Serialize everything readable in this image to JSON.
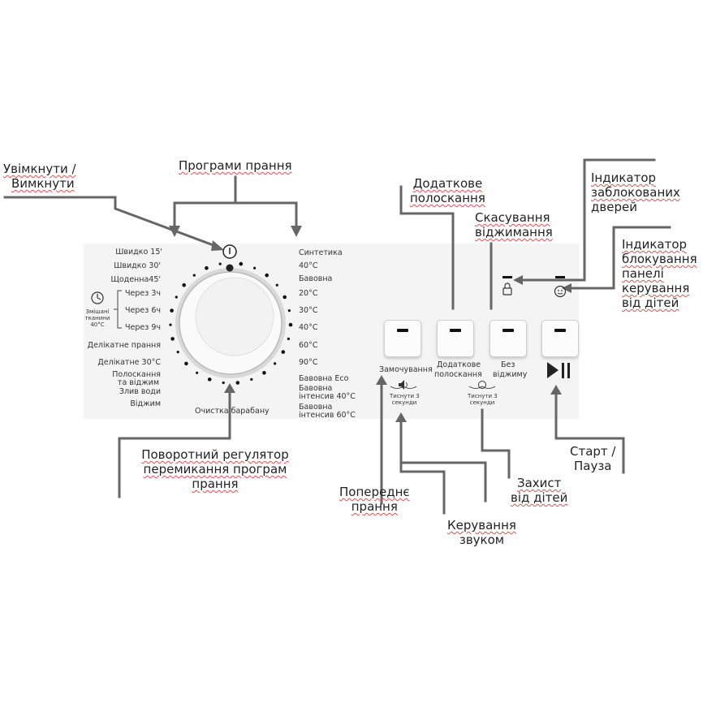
{
  "callouts": {
    "power": [
      "Увімкнути /",
      "Вимкнути"
    ],
    "programs": "Програми прання",
    "extra_rinse": [
      "Додаткове",
      "полоскання"
    ],
    "cancel_spin": [
      "Скасування",
      "віджимання"
    ],
    "door_lock": [
      "Індикатор",
      "заблокованих",
      "дверей"
    ],
    "child_lock_ind": [
      "Індикатор",
      "блокування",
      "панелі",
      "керування",
      "від дітей"
    ],
    "dial": [
      "Поворотний регулятор",
      "перемикання програм",
      "прання"
    ],
    "start_pause": [
      "Старт /",
      "Пауза"
    ],
    "child_protect": [
      "Захист",
      "від дітей"
    ],
    "prewash": [
      "Попереднє",
      "прання"
    ],
    "sound": [
      "Керування",
      "звуком"
    ]
  },
  "programs_left": [
    "Швидко 15'",
    "Швидко 30'",
    "Щоденна45'",
    "Через 3ч",
    "Через 6ч",
    "Через 9ч",
    "Делікатне прання",
    "Делікатне 30°C",
    "Полоскання",
    "та віджим",
    "Злив води",
    "Віджим"
  ],
  "programs_right": [
    "Синтетика",
    "40°C",
    "Бавовна",
    "20°C",
    "30°C",
    "40°C",
    "60°C",
    "90°C",
    "Бавовна Eco",
    "Бавовна",
    "інтенсив 40°C",
    "Бавовна",
    "інтенсив 60°C"
  ],
  "drum_clean": "Очистка барабану",
  "mixed": [
    "Змішані",
    "тканини",
    "40°C"
  ],
  "buttons": {
    "soak": "Замочування",
    "extra_rinse": [
      "Додаткове",
      "полоскання"
    ],
    "no_spin": [
      "Без",
      "віджиму"
    ]
  },
  "press3": [
    "Тиснути 3",
    "секунди"
  ]
}
